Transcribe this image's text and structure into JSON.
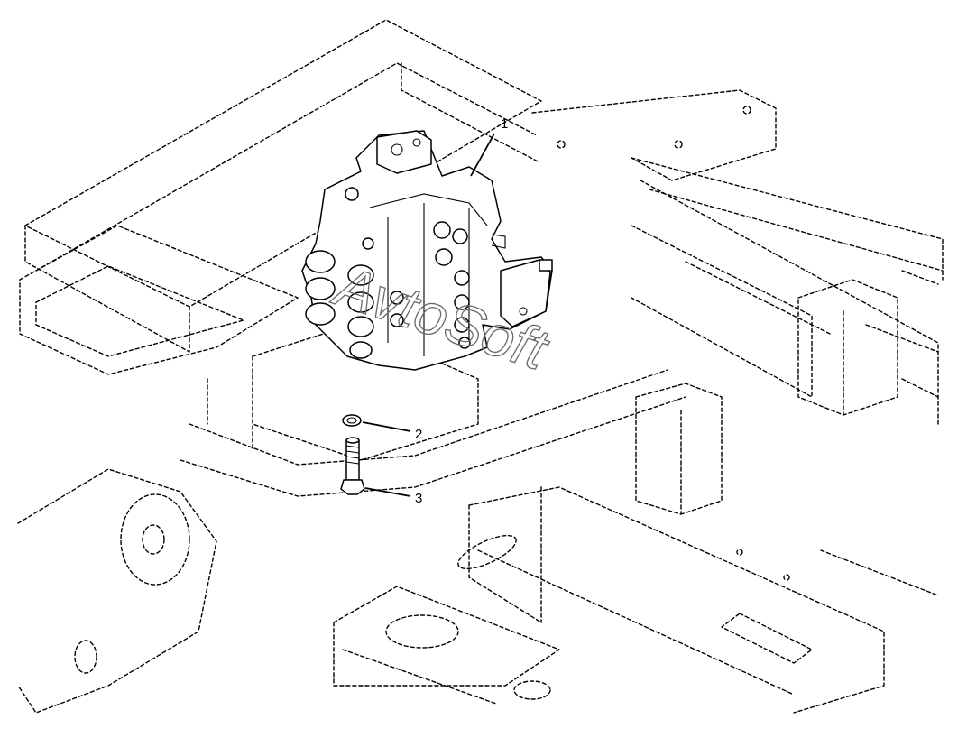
{
  "watermark": "AvtoSoft",
  "callouts": [
    {
      "id": 1,
      "label": "1",
      "part": "control-valve-assembly"
    },
    {
      "id": 2,
      "label": "2",
      "part": "lock-washer"
    },
    {
      "id": 3,
      "label": "3",
      "part": "bolt"
    }
  ]
}
